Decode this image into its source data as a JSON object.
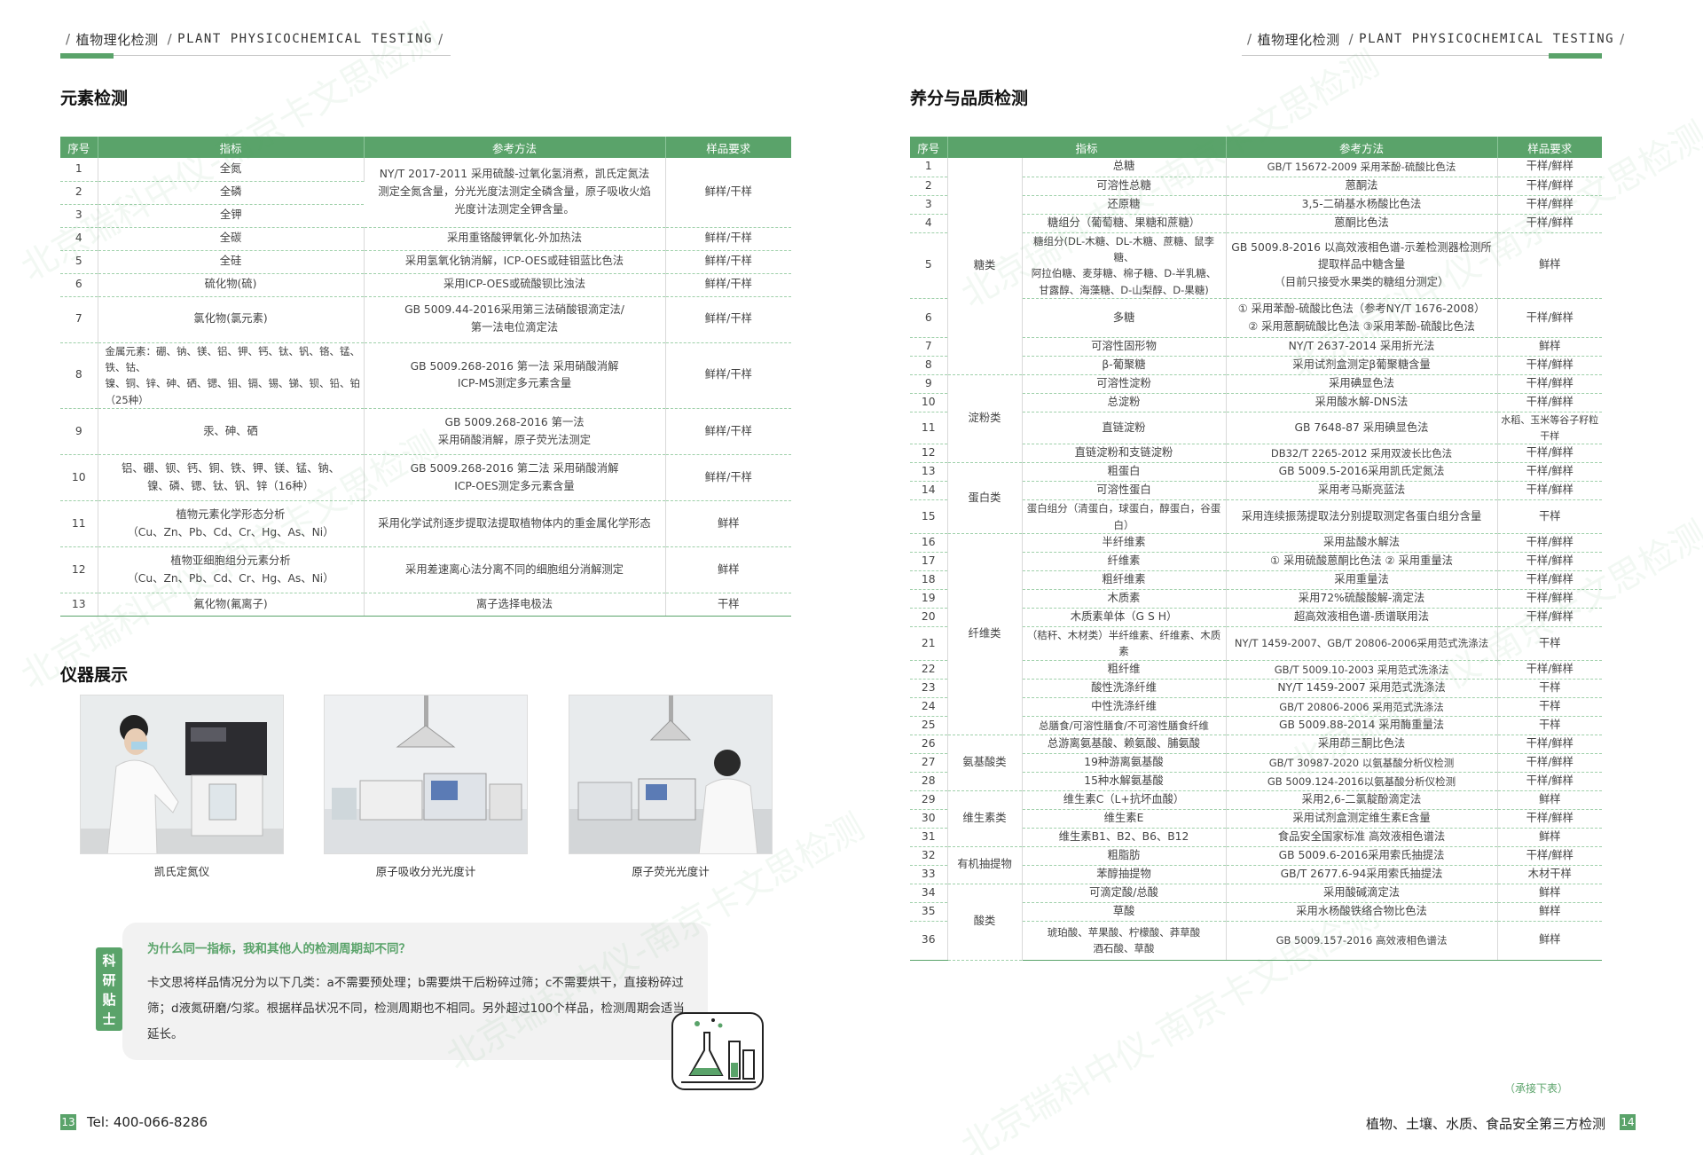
{
  "header": {
    "cn": "植物理化检测",
    "en": "PLANT PHYSICOCHEMICAL TESTING"
  },
  "watermark": "北京瑞科中仪-南京卡文思检测",
  "left": {
    "title_elements": "元素检测",
    "cols": [
      "序号",
      "指标",
      "参考方法",
      "样品要求"
    ],
    "r1": {
      "no": "1",
      "ind": "全氮"
    },
    "r2": {
      "no": "2",
      "ind": "全磷"
    },
    "r3": {
      "no": "3",
      "ind": "全钾"
    },
    "m123": "NY/T 2017-2011 采用硫酸-过氧化氢消煮，凯氏定氮法测定全氮含量，分光光度法测定全磷含量，原子吸收火焰光度计法测定全钾含量。",
    "s123": "鲜样/干样",
    "r4": {
      "no": "4",
      "ind": "全碳",
      "m": "采用重铬酸钾氧化-外加热法",
      "s": "鲜样/干样"
    },
    "r5": {
      "no": "5",
      "ind": "全硅",
      "m": "采用氢氧化钠消解，ICP-OES或硅钼蓝比色法",
      "s": "鲜样/干样"
    },
    "r6": {
      "no": "6",
      "ind": "硫化物(硫)",
      "m": "采用ICP-OES或硫酸钡比浊法",
      "s": "鲜样/干样"
    },
    "r7": {
      "no": "7",
      "ind": "氯化物(氯元素)",
      "m1": "GB 5009.44-2016采用第三法硝酸银滴定法/",
      "m2": "第一法电位滴定法",
      "s": "鲜样/干样"
    },
    "r8": {
      "no": "8",
      "ind1": "金属元素：硼、钠、镁、铝、钾、钙、钛、钒、铬、锰、铁、钴、",
      "ind2": "镍、铜、锌、砷、硒、锶、钼、镉、锡、锑、钡、铅、铂（25种）",
      "m1": "GB 5009.268-2016 第一法 采用硝酸消解",
      "m2": "ICP-MS测定多元素含量",
      "s": "鲜样/干样"
    },
    "r9": {
      "no": "9",
      "ind": "汞、砷、硒",
      "m1": "GB 5009.268-2016 第一法",
      "m2": "采用硝酸消解，原子荧光法测定",
      "s": "鲜样/干样"
    },
    "r10": {
      "no": "10",
      "ind1": "铝、硼、钡、钙、铜、铁、钾、镁、锰、钠、",
      "ind2": "镍、磷、锶、钛、钒、锌（16种）",
      "m1": "GB 5009.268-2016 第二法 采用硝酸消解",
      "m2": "ICP-OES测定多元素含量",
      "s": "鲜样/干样"
    },
    "r11": {
      "no": "11",
      "ind1": "植物元素化学形态分析",
      "ind2": "（Cu、Zn、Pb、Cd、Cr、Hg、As、Ni）",
      "m": "采用化学试剂逐步提取法提取植物体内的重金属化学形态",
      "s": "鲜样"
    },
    "r12": {
      "no": "12",
      "ind1": "植物亚细胞组分元素分析",
      "ind2": "（Cu、Zn、Pb、Cd、Cr、Hg、As、Ni）",
      "m": "采用差速离心法分离不同的细胞组分消解测定",
      "s": "鲜样"
    },
    "r13": {
      "no": "13",
      "ind": "氟化物(氟离子)",
      "m": "离子选择电极法",
      "s": "干样"
    },
    "title_instruments": "仪器展示",
    "photos": [
      "凯氏定氮仪",
      "原子吸收分光光度计",
      "原子荧光光度计"
    ],
    "tip": {
      "tag": "科研贴士",
      "q": "为什么同一指标，我和其他人的检测周期却不同？",
      "a": "卡文思将样品情况分为以下几类：a不需要预处理；b需要烘干后粉碎过筛；c不需要烘干，直接粉碎过筛；d液氮研磨/匀浆。根据样品状况不同，检测周期也不相同。另外超过100个样品，检测周期会适当延长。"
    },
    "page": "13",
    "tel": "Tel: 400-066-8286"
  },
  "right": {
    "title": "养分与品质检测",
    "cols": [
      "序号",
      "指标",
      "参考方法",
      "样品要求"
    ],
    "cats": {
      "sugar": "糖类",
      "starch": "淀粉类",
      "protein": "蛋白类",
      "fiber": "纤维类",
      "amino": "氨基酸类",
      "vitamin": "维生素类",
      "organic": "有机抽提物",
      "acid": "酸类"
    },
    "rows": [
      {
        "no": "1",
        "ind": "总糖",
        "m": "GB/T 15672-2009 采用苯酚-硫酸比色法",
        "s": "干样/鲜样"
      },
      {
        "no": "2",
        "ind": "可溶性总糖",
        "m": "蒽酮法",
        "s": "干样/鲜样"
      },
      {
        "no": "3",
        "ind": "还原糖",
        "m": "3,5-二硝基水杨酸比色法",
        "s": "干样/鲜样"
      },
      {
        "no": "4",
        "ind": "糖组分（葡萄糖、果糖和蔗糖）",
        "m": "蒽酮比色法",
        "s": "干样/鲜样"
      },
      {
        "no": "5",
        "ind1": "糖组分(DL-木糖、DL-木糖、蔗糖、鼠李糖、",
        "ind2": "阿拉伯糖、麦芽糖、棉子糖、D-半乳糖、",
        "ind3": "甘露醇、海藻糖、D-山梨醇、D-果糖)",
        "m1": "GB 5009.8-2016 以高效液相色谱-示差检测器检测所",
        "m2": "提取样品中糖含量",
        "m3": "（目前只接受水果类的糖组分测定）",
        "s": "鲜样"
      },
      {
        "no": "6",
        "ind": "多糖",
        "m1": "① 采用苯酚-硫酸比色法（参考NY/T 1676-2008）",
        "m2": "② 采用蒽酮硫酸比色法 ③采用苯酚-硫酸比色法",
        "s": "干样/鲜样"
      },
      {
        "no": "7",
        "ind": "可溶性固形物",
        "m": "NY/T 2637-2014 采用折光法",
        "s": "鲜样"
      },
      {
        "no": "8",
        "ind": "β-葡聚糖",
        "m": "采用试剂盒测定β葡聚糖含量",
        "s": "干样/鲜样"
      },
      {
        "no": "9",
        "ind": "可溶性淀粉",
        "m": "采用碘显色法",
        "s": "干样/鲜样"
      },
      {
        "no": "10",
        "ind": "总淀粉",
        "m": "采用酸水解-DNS法",
        "s": "干样/鲜样"
      },
      {
        "no": "11",
        "ind": "直链淀粉",
        "m": "GB 7648-87 采用碘显色法",
        "s": "水稻、玉米等谷子籽粒干样"
      },
      {
        "no": "12",
        "ind": "直链淀粉和支链淀粉",
        "m": "DB32/T 2265-2012 采用双波长比色法",
        "s": "干样/鲜样"
      },
      {
        "no": "13",
        "ind": "粗蛋白",
        "m": "GB 5009.5-2016采用凯氏定氮法",
        "s": "干样/鲜样"
      },
      {
        "no": "14",
        "ind": "可溶性蛋白",
        "m": "采用考马斯亮蓝法",
        "s": "干样/鲜样"
      },
      {
        "no": "15",
        "ind": "蛋白组分（清蛋白，球蛋白，醇蛋白，谷蛋白）",
        "m": "采用连续振荡提取法分别提取测定各蛋白组分含量",
        "s": "干样"
      },
      {
        "no": "16",
        "ind": "半纤维素",
        "m": "采用盐酸水解法",
        "s": "干样/鲜样"
      },
      {
        "no": "17",
        "ind": "纤维素",
        "m": "① 采用硫酸蒽酮比色法 ② 采用重量法",
        "s": "干样/鲜样"
      },
      {
        "no": "18",
        "ind": "粗纤维素",
        "m": "采用重量法",
        "s": "干样/鲜样"
      },
      {
        "no": "19",
        "ind": "木质素",
        "m": "采用72%硫酸酸解-滴定法",
        "s": "干样/鲜样"
      },
      {
        "no": "20",
        "ind": "木质素单体（G S H）",
        "m": "超高效液相色谱-质谱联用法",
        "s": "干样/鲜样"
      },
      {
        "no": "21",
        "ind": "（秸秆、木材类）半纤维素、纤维素、木质素",
        "m": "NY/T 1459-2007、GB/T 20806-2006采用范式洗涤法",
        "s": "干样"
      },
      {
        "no": "22",
        "ind": "粗纤维",
        "m": "GB/T 5009.10-2003 采用范式洗涤法",
        "s": "干样/鲜样"
      },
      {
        "no": "23",
        "ind": "酸性洗涤纤维",
        "m": "NY/T 1459-2007 采用范式洗涤法",
        "s": "干样"
      },
      {
        "no": "24",
        "ind": "中性洗涤纤维",
        "m": "GB/T 20806-2006 采用范式洗涤法",
        "s": "干样"
      },
      {
        "no": "25",
        "ind": "总膳食/可溶性膳食/不可溶性膳食纤维",
        "m": "GB 5009.88-2014 采用酶重量法",
        "s": "干样"
      },
      {
        "no": "26",
        "ind": "总游离氨基酸、赖氨酸、脯氨酸",
        "m": "采用茚三酮比色法",
        "s": "干样/鲜样"
      },
      {
        "no": "27",
        "ind": "19种游离氨基酸",
        "m": "GB/T 30987-2020 以氨基酸分析仪检测",
        "s": "干样/鲜样"
      },
      {
        "no": "28",
        "ind": "15种水解氨基酸",
        "m": "GB 5009.124-2016以氨基酸分析仪检测",
        "s": "干样/鲜样"
      },
      {
        "no": "29",
        "ind": "维生素C（L+抗坏血酸）",
        "m": "采用2,6-二氯靛酚滴定法",
        "s": "鲜样"
      },
      {
        "no": "30",
        "ind": "维生素E",
        "m": "采用试剂盒测定维生素E含量",
        "s": "干样/鲜样"
      },
      {
        "no": "31",
        "ind": "维生素B1、B2、B6、B12",
        "m": "食品安全国家标准 高效液相色谱法",
        "s": "鲜样"
      },
      {
        "no": "32",
        "ind": "粗脂肪",
        "m": "GB 5009.6-2016采用索氏抽提法",
        "s": "干样/鲜样"
      },
      {
        "no": "33",
        "ind": "苯醇抽提物",
        "m": "GB/T 2677.6-94采用索氏抽提法",
        "s": "木材干样"
      },
      {
        "no": "34",
        "ind": "可滴定酸/总酸",
        "m": "采用酸碱滴定法",
        "s": "鲜样"
      },
      {
        "no": "35",
        "ind": "草酸",
        "m": "采用水杨酸铁络合物比色法",
        "s": "鲜样"
      },
      {
        "no": "36",
        "ind1": "琥珀酸、苹果酸、柠檬酸、莽草酸",
        "ind2": "酒石酸、草酸",
        "m": "GB 5009.157-2016 高效液相色谱法",
        "s": "鲜样"
      }
    ],
    "cont": "（承接下表）",
    "footer": "植物、土壤、水质、食品安全第三方检测",
    "page": "14"
  },
  "colors": {
    "accent": "#5aa36a"
  }
}
